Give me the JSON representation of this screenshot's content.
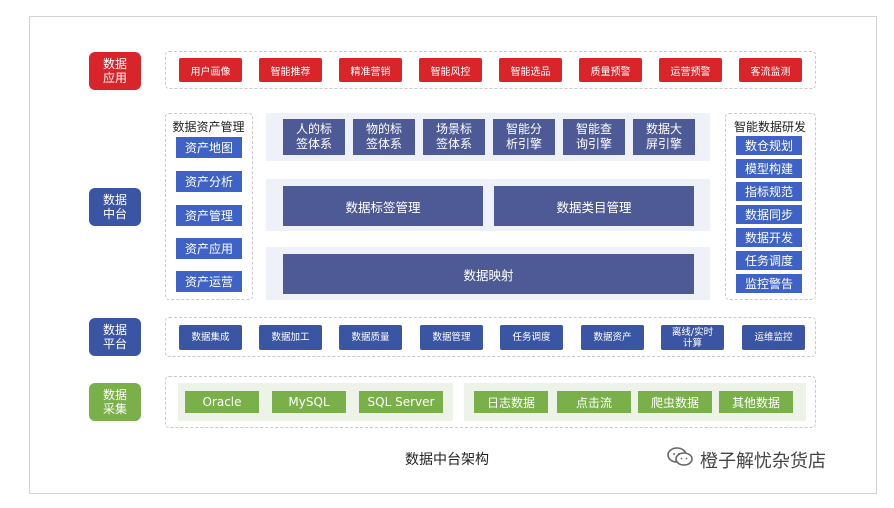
{
  "layers": {
    "app": "数据\n应用",
    "mid": "数据\n中台",
    "platform": "数据\n平台",
    "collect": "数据\n采集"
  },
  "app_items": [
    "用户画像",
    "智能推荐",
    "精准营销",
    "智能风控",
    "智能选品",
    "质量预警",
    "运营预警",
    "客流监测"
  ],
  "asset_mgmt": {
    "title": "数据资产管理",
    "items": [
      "资产地图",
      "资产分析",
      "资产管理",
      "资产应用",
      "资产运营"
    ]
  },
  "middle": {
    "engines": [
      "人的标\n签体系",
      "物的标\n签体系",
      "场景标\n签体系",
      "智能分\n析引擎",
      "智能查\n询引擎",
      "数据大\n屏引擎"
    ],
    "tag_mgmt": "数据标签管理",
    "category_mgmt": "数据类目管理",
    "mapping": "数据映射"
  },
  "smart_dev": {
    "title": "智能数据研发",
    "items": [
      "数仓规划",
      "模型构建",
      "指标规范",
      "数据同步",
      "数据开发",
      "任务调度",
      "监控警告"
    ]
  },
  "platform_items": [
    "数据集成",
    "数据加工",
    "数据质量",
    "数据管理",
    "任务调度",
    "数据资产",
    "离线/实时\n计算",
    "运维监控"
  ],
  "collect": {
    "databases": [
      "Oracle",
      "MySQL",
      "SQL Server"
    ],
    "sources": [
      "日志数据",
      "点击流",
      "爬虫数据",
      "其他数据"
    ]
  },
  "caption": "数据中台架构",
  "watermark": "橙子解忧杂货店",
  "colors": {
    "red": "#d9252a",
    "blue": "#3b55a5",
    "slate": "#4e5a96",
    "side_blue": "#3f62c6",
    "green": "#7ab04a"
  }
}
